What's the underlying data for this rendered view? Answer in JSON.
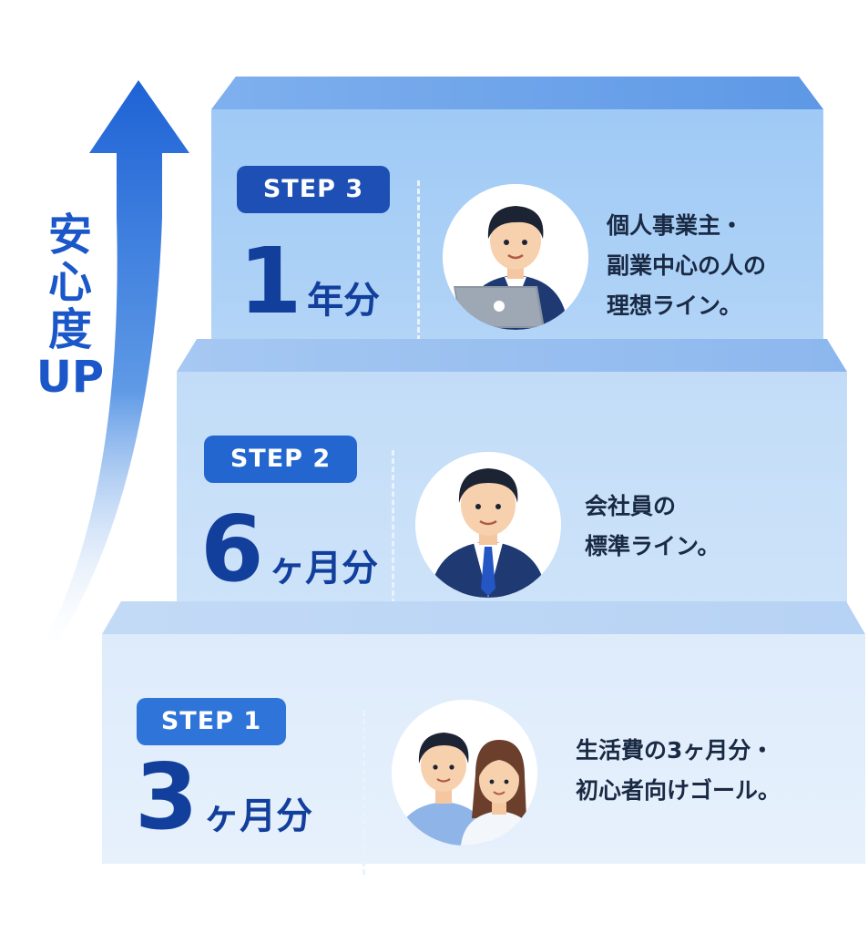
{
  "arrow": {
    "label_lines": [
      "安",
      "心",
      "度",
      "UP"
    ],
    "color": "#1b57c9"
  },
  "steps": [
    {
      "badge": "STEP 3",
      "amount_number": "1",
      "amount_unit": "年分",
      "description_lines": [
        "個人事業主・",
        "副業中心の人の",
        "理想ライン。"
      ]
    },
    {
      "badge": "STEP 2",
      "amount_number": "6",
      "amount_unit": "ヶ月分",
      "description_lines": [
        "会社員の",
        "標準ライン。"
      ]
    },
    {
      "badge": "STEP 1",
      "amount_number": "3",
      "amount_unit": "ヶ月分",
      "description_lines": [
        "生活費の3ヶ月分・",
        "初心者向けゴール。"
      ]
    }
  ],
  "colors": {
    "badge_step3": "#1d4fb4",
    "badge_step2": "#2366cf",
    "badge_step1": "#2f74d8",
    "amount_text": "#123f9c"
  }
}
